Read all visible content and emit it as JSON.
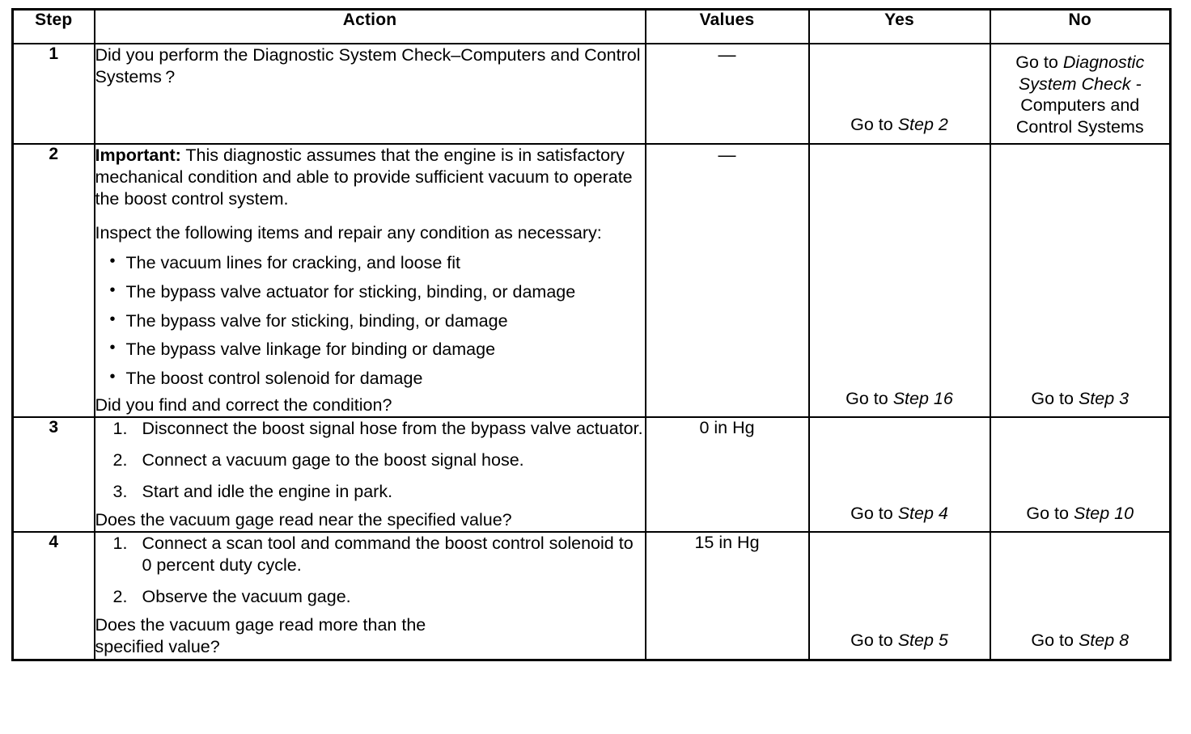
{
  "table": {
    "columns": [
      {
        "key": "step",
        "label": "Step"
      },
      {
        "key": "action",
        "label": "Action"
      },
      {
        "key": "values",
        "label": "Values"
      },
      {
        "key": "yes",
        "label": "Yes"
      },
      {
        "key": "no",
        "label": "No"
      }
    ],
    "rows": [
      {
        "step": "1",
        "action": {
          "question": "Did you perform the Diagnostic System Check–Computers and Control Systems ?"
        },
        "values": "—",
        "yes": {
          "prefix": "Go to ",
          "target": "Step 2"
        },
        "no": {
          "prefix": "Go to ",
          "target_italic_line1": "Diagnostic",
          "target_italic_line2": "System Check -",
          "plain_line1": "Computers and",
          "plain_line2": "Control Systems"
        }
      },
      {
        "step": "2",
        "action": {
          "important_label": "Important:",
          "important_text": " This diagnostic assumes that the engine is in satisfactory mechanical condition and able to provide sufficient vacuum to operate the boost control system.",
          "intro": "Inspect the following items and repair any condition as necessary:",
          "bullets": [
            "The vacuum lines for cracking, and loose fit",
            "The bypass valve actuator for sticking, binding, or damage",
            "The bypass valve for sticking, binding, or damage",
            "The bypass valve linkage for binding or damage",
            "The boost control solenoid for damage"
          ],
          "question": "Did you find and correct the condition?"
        },
        "values": "—",
        "yes": {
          "prefix": "Go to ",
          "target": "Step 16"
        },
        "no": {
          "prefix": "Go to ",
          "target": "Step 3"
        }
      },
      {
        "step": "3",
        "action": {
          "steps": [
            "Disconnect the boost signal hose from the bypass valve actuator.",
            "Connect a vacuum gage to the boost signal hose.",
            "Start and idle the engine in park."
          ],
          "question": "Does the vacuum gage read near the specified value?"
        },
        "values": "0 in Hg",
        "yes": {
          "prefix": "Go to ",
          "target": "Step 4"
        },
        "no": {
          "prefix": "Go to ",
          "target": "Step 10"
        }
      },
      {
        "step": "4",
        "action": {
          "steps": [
            "Connect a scan tool and command the boost control solenoid to 0 percent duty cycle.",
            "Observe the vacuum gage."
          ],
          "question_line1": "Does the vacuum gage read more than the",
          "question_line2": "specified value?"
        },
        "values": "15 in Hg",
        "yes": {
          "prefix": "Go to ",
          "target": "Step 5"
        },
        "no": {
          "prefix": "Go to ",
          "target": "Step 8"
        }
      }
    ]
  }
}
